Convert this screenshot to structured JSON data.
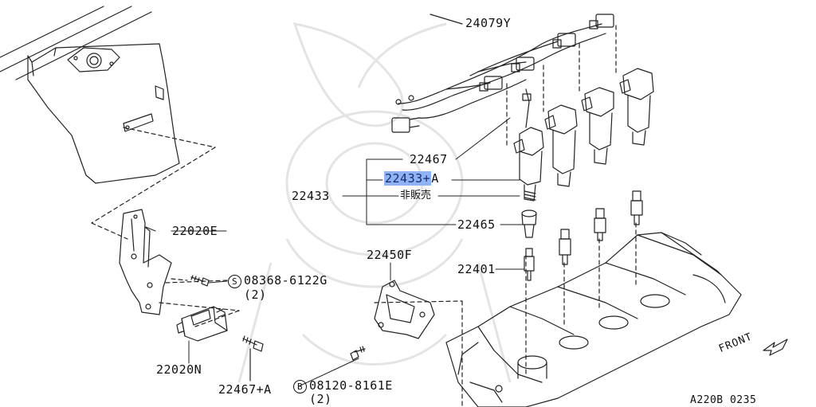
{
  "diagram": {
    "part_labels": {
      "p24079y": "24079Y",
      "p22467": "22467",
      "p22433a": "22433+",
      "p22433a_suffix": "A",
      "p22433": "22433",
      "not_sold": "非販売",
      "p22465": "22465",
      "p22401": "22401",
      "p22450f": "22450F",
      "p22020e": "22020E",
      "p22020n": "22020N",
      "p22467a": "22467+A",
      "bolt_s": "08368-6122G",
      "bolt_s_qty": "(2)",
      "bolt_s_mark": "S",
      "bolt_b": "08120-8161E",
      "bolt_b_qty": "(2)",
      "bolt_b_mark": "B",
      "front": "FRONT",
      "figure_code": "A220B 0235"
    },
    "colors": {
      "line": "#222222",
      "highlight": "#8fb4f5",
      "watermark": "#e6e6e6"
    }
  }
}
